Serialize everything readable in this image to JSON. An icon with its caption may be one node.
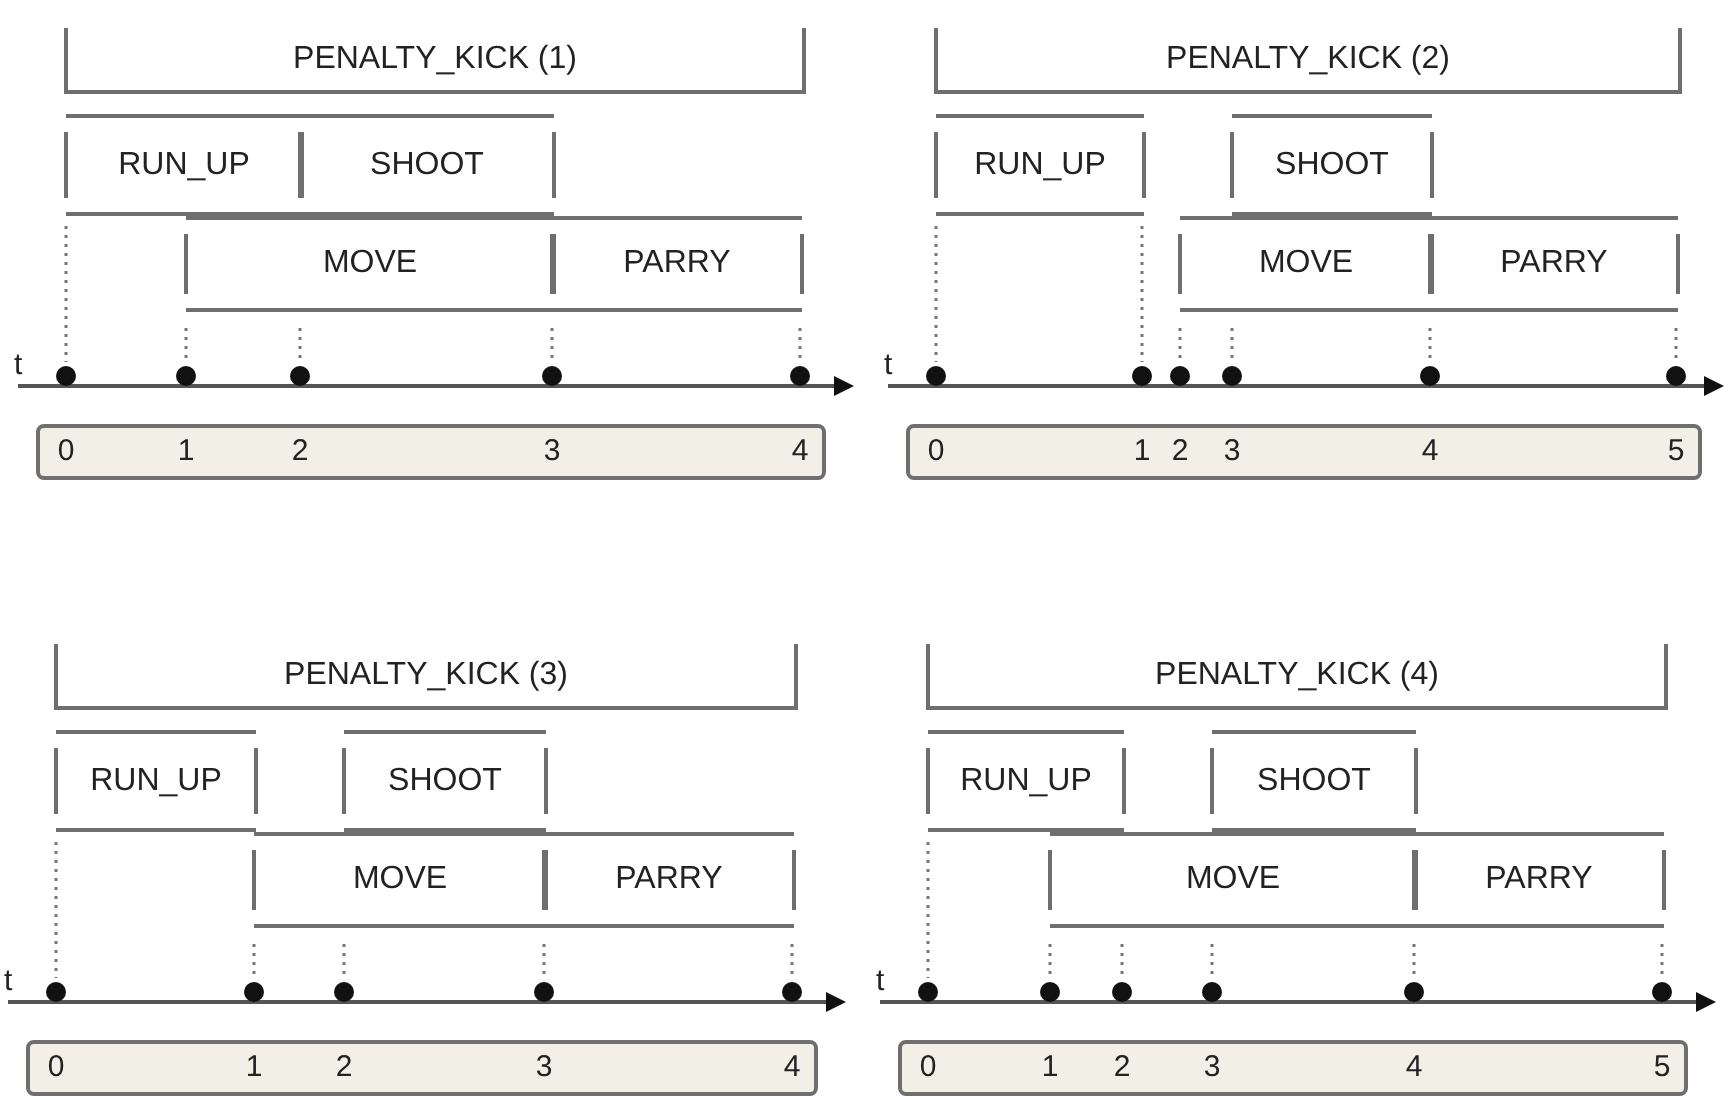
{
  "diagram": {
    "nodes": [
      {
        "text": [
          "PENALTY_KICK (1)"
        ]
      },
      {
        "text": [
          "RUN_UP"
        ]
      },
      {
        "text": [
          "SHOOT"
        ]
      },
      {
        "text": [
          "MOVE"
        ]
      },
      {
        "text": [
          "PARRY"
        ]
      },
      {
        "text": [
          "0",
          "1",
          "2",
          "3",
          "4"
        ]
      },
      {
        "text": [
          "PENALTY_KICK (2)"
        ]
      },
      {
        "text": [
          "RUN_UP"
        ]
      },
      {
        "text": [
          "SHOOT"
        ]
      },
      {
        "text": [
          "MOVE"
        ]
      },
      {
        "text": [
          "PARRY"
        ]
      },
      {
        "text": [
          "0",
          "1",
          "2",
          "3",
          "4",
          "5"
        ]
      },
      {
        "text": [
          "PENALTY_KICK (3)"
        ]
      },
      {
        "text": [
          "RUN_UP"
        ]
      },
      {
        "text": [
          "SHOOT"
        ]
      },
      {
        "text": [
          "MOVE"
        ]
      },
      {
        "text": [
          "PARRY"
        ]
      },
      {
        "text": [
          "0",
          "1",
          "2",
          "3",
          "4"
        ]
      },
      {
        "text": [
          "PENALTY_KICK (4)"
        ]
      },
      {
        "text": [
          "RUN_UP"
        ]
      },
      {
        "text": [
          "SHOOT"
        ]
      },
      {
        "text": [
          "MOVE"
        ]
      },
      {
        "text": [
          "PARRY"
        ]
      },
      {
        "text": [
          "0",
          "1",
          "2",
          "3",
          "4",
          "5"
        ]
      }
    ],
    "labels": [
      "t",
      "t",
      "t",
      "t"
    ]
  }
}
